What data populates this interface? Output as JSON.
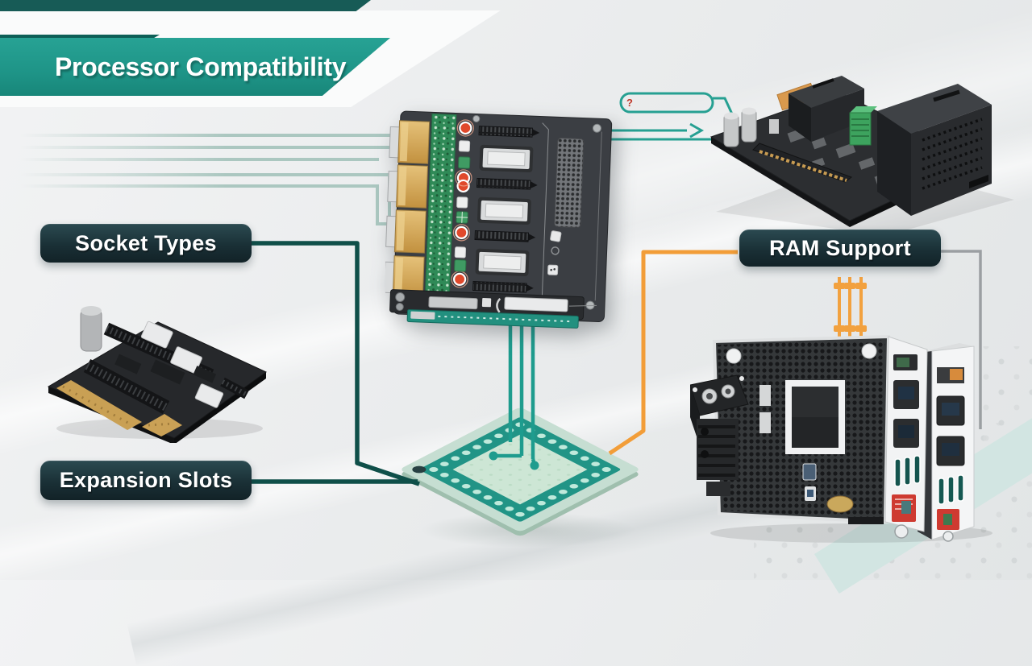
{
  "banner": {
    "title": "Processor Compatibility"
  },
  "badges": {
    "socket_types": "Socket Types",
    "expansion_slots": "Expansion Slots",
    "ram_support": "RAM Support"
  },
  "callout": {
    "mark": "?"
  },
  "colors": {
    "banner_teal": "#1f9a8c",
    "badge_dark": "#1c363c",
    "connector_dark_teal": "#0f4f49",
    "connector_teal": "#1e9c8e",
    "connector_sage": "#abc7c0",
    "connector_orange": "#f29d38",
    "connector_gray": "#9b9fa2",
    "socket_ring_teal": "#219486",
    "pcb_green": "#2f8a57",
    "gold": "#d3a157",
    "accent_red": "#e0492c"
  },
  "illustrations": {
    "central_board": "processor-board-diagram",
    "top_right_board": "embedded-motherboard",
    "left_card": "expansion-card-board",
    "cpu_socket": "cpu-socket",
    "ram_units": "ram-module-towers"
  }
}
